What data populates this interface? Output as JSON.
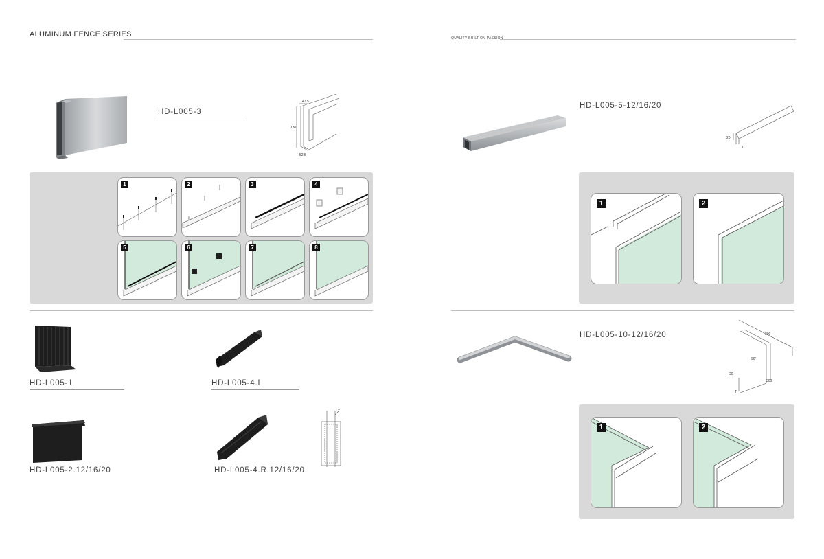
{
  "left_page": {
    "header": "ALUMINUM FENCE SERIES",
    "main_model": "HD-L005-3",
    "drawing_dims": {
      "top": "47.5",
      "height": "130",
      "bottom": "52.5"
    },
    "steps": [
      "1",
      "2",
      "3",
      "4",
      "5",
      "6",
      "7",
      "8"
    ],
    "parts": [
      {
        "label": "HD-L005-1"
      },
      {
        "label": "HD-L005-4.L"
      },
      {
        "label": "HD-L005-2.12/16/20"
      },
      {
        "label": "HD-L005-4.R.12/16/20"
      }
    ],
    "section_dim": "T"
  },
  "right_page": {
    "header": "QUALITY BUILT ON PASSION",
    "product_a": {
      "model": "HD-L005-5-12/16/20",
      "dims": {
        "h": "20",
        "t": "T"
      },
      "steps": [
        "1",
        "2"
      ]
    },
    "product_b": {
      "model": "HD-L005-10-12/16/20",
      "dims": {
        "a": "300",
        "b": "300",
        "angle": "90°",
        "h": "20",
        "t": "T"
      },
      "steps": [
        "1",
        "2"
      ]
    }
  },
  "colors": {
    "glass": "#d2eadb",
    "panel": "#d9d9d9",
    "black_part": "#1e1e1e"
  }
}
